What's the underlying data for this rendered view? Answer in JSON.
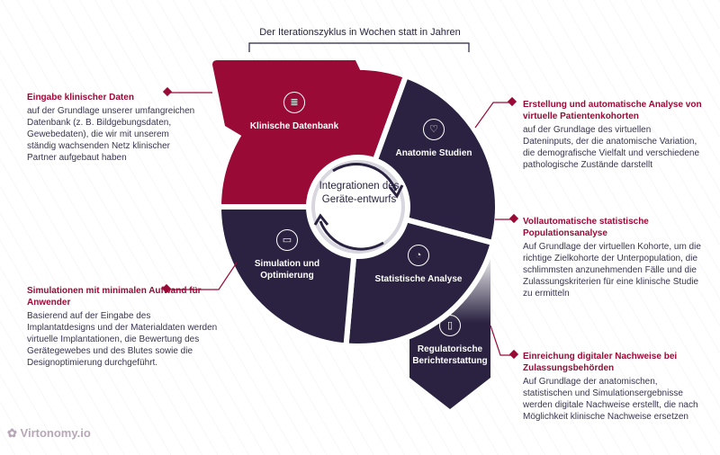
{
  "title": "Der Iterationszyklus in Wochen statt in Jahren",
  "center_label": "Integrationen des Geräte-entwurfs",
  "segments": [
    {
      "label": "Klinische Datenbank",
      "icon": "database-icon"
    },
    {
      "label": "Anatomie Studien",
      "icon": "heart-measure-icon"
    },
    {
      "label": "Statistische Analyse",
      "icon": "chart-icon"
    },
    {
      "label": "Simulation und Optimierung",
      "icon": "monitor-icon"
    },
    {
      "label": "Regulatorische Berichterstattung",
      "icon": "clipboard-icon"
    }
  ],
  "descriptions": [
    {
      "heading": "Eingabe klinischer Daten",
      "body": "auf der Grundlage unserer umfangreichen Datenbank (z. B. Bildgebungsdaten, Gewebedaten), die wir mit unserem ständig wachsenden Netz klinischer Partner aufgebaut haben"
    },
    {
      "heading": "Erstellung und automatische Analyse von virtuelle Patientenkohorten",
      "body": "auf der Grundlage des virtuellen Dateninputs, der die anatomische Variation, die demografische Vielfalt und verschiedene pathologische Zustände darstellt"
    },
    {
      "heading": "Vollautomatische statistische Populationsanalyse",
      "body": "Auf Grundlage der virtuellen Kohorte, um die richtige Zielkohorte der Unterpopulation, die schlimmsten anzunehmenden Fälle und die Zulassungskriterien für eine klinische Studie zu ermitteln"
    },
    {
      "heading": "Simulationen mit minimalen Aufwand für Anwender",
      "body": "Basierend auf der Eingabe des Implantatdesigns und der Materialdaten werden virtuelle Implantationen, die Bewertung des Gerätegewebes und des Blutes sowie die Designoptimierung durchgeführt."
    },
    {
      "heading": "Einreichung digitaler Nachweise bei Zulassungsbehörden",
      "body": "Auf Grundlage der anatomischen, statistischen und Simulationsergebnisse werden digitale Nachweise erstellt, die nach Möglichkeit klinische Nachweise ersetzen"
    }
  ],
  "logo": "Virtonomy.io",
  "colors": {
    "maroon": "#9a0a36",
    "dark": "#2a2240"
  }
}
